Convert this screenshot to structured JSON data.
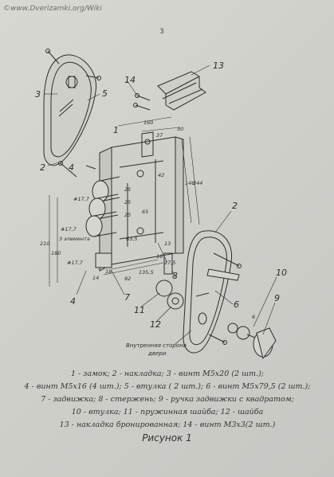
{
  "watermark": "©www.Dverizamki.org/Wiki",
  "page_number": "3",
  "callouts": {
    "c1": "1",
    "c2_top": "2",
    "c2_right": "2",
    "c3": "3",
    "c4_top": "4",
    "c4_bottom": "4",
    "c5": "5",
    "c6": "6",
    "c7": "7",
    "c8": "8",
    "c9": "9",
    "c10": "10",
    "c11": "11",
    "c12": "12",
    "c13": "13",
    "c14": "14"
  },
  "dimensions": {
    "d160": "160",
    "d30": "30",
    "d37": "37",
    "d146": "146",
    "d244": "244",
    "d42": "42",
    "d65": "65",
    "d63_5": "63,5",
    "d13": "13",
    "d16": "16",
    "d25a": "25",
    "d25b": "25",
    "d25c": "25",
    "d17_7a": "#17,7",
    "d17_7b": "#17,7",
    "d17_7c": "#17,7",
    "d3_elements": "3 элемента",
    "d210": "210",
    "d180": "180",
    "d92": "92",
    "d135_5": "135,5",
    "d18": "18",
    "d14": "14",
    "d17_5": "17,5",
    "d6": "6"
  },
  "door_label_line1": "Внутренняя сторона",
  "door_label_line2": "двери",
  "legend_lines": [
    "1 - замок;  2 - накладка;  3 - винт М5х20 (2 шт.);",
    "4 - винт М5х16 (4 шт.); 5 - втулка ( 2 шт.); 6 - винт М5х79,5 (2 шт.);",
    "7 - задвижка; 8 - стержень; 9 - ручка задвижки с квадратом;",
    "10 - втулка; 11 - пружинная шайба; 12 - шайба",
    "13 - накладка бронированная; 14 - винт М3х3(2 шт.)"
  ],
  "figure_title": "Рисунок 1",
  "colors": {
    "paper": "#d3d3ce",
    "ink": "#2d2d2d"
  }
}
